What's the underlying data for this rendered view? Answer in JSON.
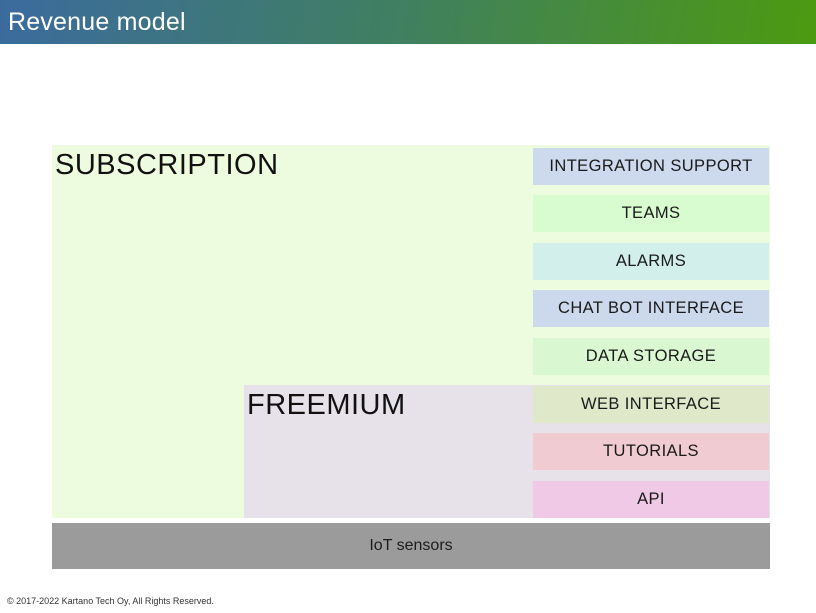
{
  "header": {
    "title": "Revenue model",
    "gradient_from": "#3b6b9e",
    "gradient_to": "#4c9a10",
    "text_color": "#ffffff"
  },
  "diagram": {
    "text_color": "#1a1a1a",
    "tiers": [
      {
        "label": "SUBSCRIPTION",
        "color": "#edfbdf"
      },
      {
        "label": "FREEMIUM",
        "color": "#e7e2e9"
      }
    ],
    "features": [
      {
        "label": "INTEGRATION SUPPORT",
        "color": "#cdd9ec"
      },
      {
        "label": "TEAMS",
        "color": "#d8fbd0"
      },
      {
        "label": "ALARMS",
        "color": "#d2efeb"
      },
      {
        "label": "CHAT BOT INTERFACE",
        "color": "#ccd8eb"
      },
      {
        "label": "DATA STORAGE",
        "color": "#d9f8d2"
      },
      {
        "label": "WEB INTERFACE",
        "color": "#dfe9c9"
      },
      {
        "label": "TUTORIALS",
        "color": "#f1cbd2"
      },
      {
        "label": "API",
        "color": "#f0c9e6"
      }
    ],
    "foundation": {
      "label": "IoT sensors",
      "color": "#9b9b9b"
    }
  },
  "footer": {
    "copyright": "© 2017-2022 Kartano Tech Oy, All Rights Reserved."
  }
}
